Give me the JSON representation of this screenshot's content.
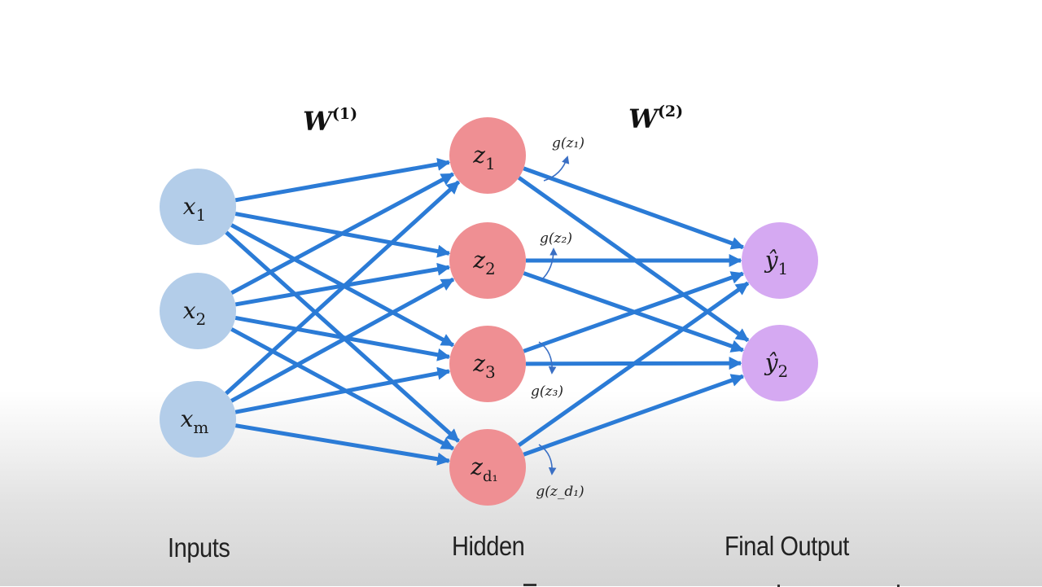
{
  "colors": {
    "input_fill": "#b3cde9",
    "hidden_fill": "#ef8f93",
    "output_fill": "#d5a9f2",
    "edge": "#2b7bd6",
    "activation_arrow": "#3a6fc4"
  },
  "weights": [
    {
      "symbol": "W",
      "superscript": "(1)"
    },
    {
      "symbol": "W",
      "superscript": "(2)"
    }
  ],
  "layers": {
    "input": {
      "label": "Inputs",
      "nodes": [
        {
          "var": "x",
          "sub": "1"
        },
        {
          "var": "x",
          "sub": "2"
        },
        {
          "var": "x",
          "sub": "m"
        }
      ]
    },
    "hidden": {
      "label": "Hidden",
      "nodes": [
        {
          "var": "z",
          "sub": "1",
          "activation": "g(z₁)"
        },
        {
          "var": "z",
          "sub": "2",
          "activation": "g(z₂)"
        },
        {
          "var": "z",
          "sub": "3",
          "activation": "g(z₃)"
        },
        {
          "var": "z",
          "sub": "d₁",
          "activation": "g(z_d₁)"
        }
      ]
    },
    "output": {
      "label": "Final Output",
      "nodes": [
        {
          "var": "ŷ",
          "sub": "1"
        },
        {
          "var": "ŷ",
          "sub": "2"
        }
      ]
    }
  },
  "connections": {
    "input_to_hidden": "fully-connected",
    "hidden_to_output": "fully-connected"
  }
}
